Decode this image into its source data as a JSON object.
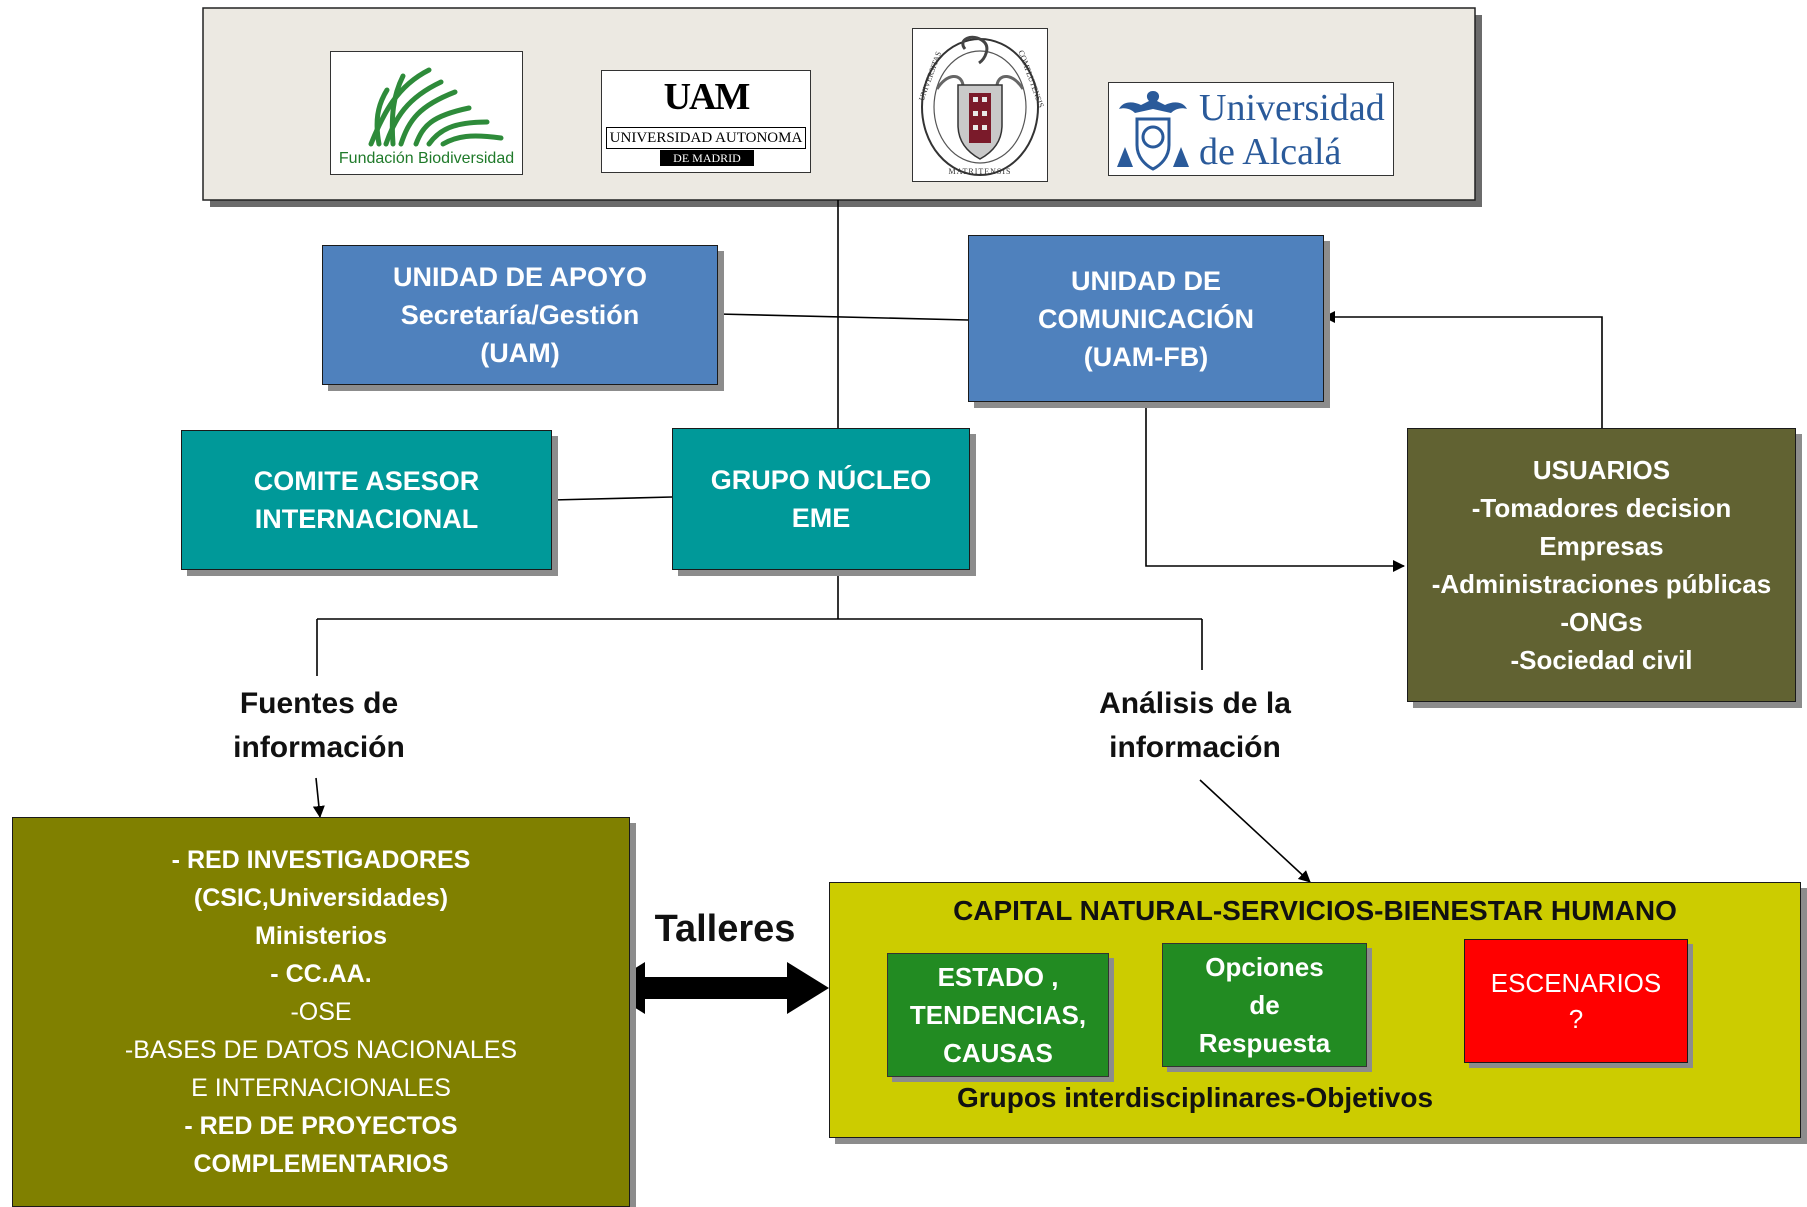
{
  "logos": {
    "fb": {
      "text": "Fundación Biodiversidad"
    },
    "uam": {
      "mark": "UAM",
      "line1": "UNIVERSIDAD AUTONOMA",
      "line2": "DE MADRID"
    },
    "ucm": {
      "ring_left": "UNIVERSITAS",
      "ring_right": "COMPLUTENSIS",
      "ring_bottom": "MATRITENSIS"
    },
    "uah": {
      "line1": "Universidad",
      "line2": "de Alcalá"
    }
  },
  "boxes": {
    "apoyo": {
      "line1": "UNIDAD DE APOYO",
      "line2": "Secretaría/Gestión",
      "line3": "(UAM)"
    },
    "comunicacion": {
      "line1": "UNIDAD DE",
      "line2": "COMUNICACIÓN",
      "line3": "(UAM-FB)"
    },
    "comite": {
      "line1": "COMITE ASESOR",
      "line2": "INTERNACIONAL"
    },
    "nucleo": {
      "line1": "GRUPO NÚCLEO",
      "line2": "EME"
    },
    "usuarios": {
      "line1": "USUARIOS",
      "line2": "-Tomadores decision",
      "line3": "Empresas",
      "line4": "-Administraciones públicas",
      "line5": "-ONGs",
      "line6": "-Sociedad civil"
    },
    "fuentes_list": {
      "l1": "- RED INVESTIGADORES",
      "l2": "(CSIC,Universidades)",
      "l3": "Ministerios",
      "l4": "- CC.AA.",
      "l5": "-OSE",
      "l6": "-BASES DE DATOS NACIONALES",
      "l7": "E INTERNACIONALES",
      "l8": "- RED DE  PROYECTOS",
      "l9": "COMPLEMENTARIOS"
    },
    "capital": {
      "title": "CAPITAL NATURAL-SERVICIOS-BIENESTAR HUMANO",
      "estado": {
        "l1": "ESTADO ,",
        "l2": "TENDENCIAS,",
        "l3": "CAUSAS"
      },
      "opciones": {
        "l1": "Opciones",
        "l2": "de",
        "l3": "Respuesta"
      },
      "escenarios": {
        "l1": "ESCENARIOS",
        "l2": "?"
      },
      "footer": "Grupos interdisciplinares-Objetivos"
    }
  },
  "labels": {
    "fuentes": {
      "l1": "Fuentes de",
      "l2": "información"
    },
    "analisis": {
      "l1": "Análisis de la",
      "l2": "información"
    },
    "talleres": "Talleres"
  },
  "colors": {
    "blue_box": "#4f81bd",
    "teal_box": "#009999",
    "usuarios_box": "#616232",
    "fuentes_box": "#808000",
    "capital_box": "#cccc00",
    "green_box": "#228b22",
    "escenarios_box": "#ff0000",
    "header_panel": "#ece9e2"
  }
}
